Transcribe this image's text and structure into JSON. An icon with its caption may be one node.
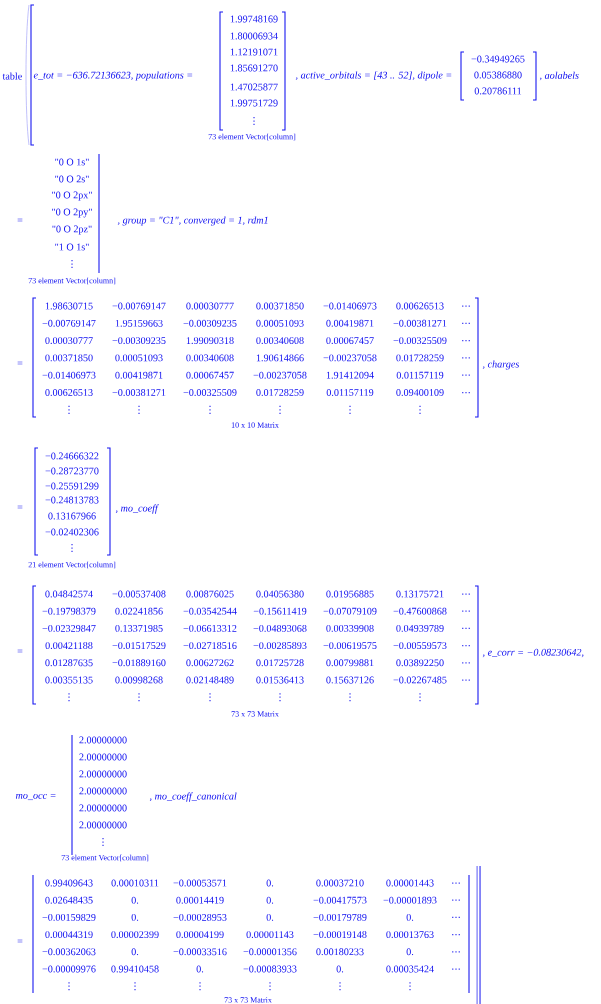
{
  "diagram": {
    "labels": [
      "table",
      "e_tot = −636.72136623, populations =",
      "1.99748169",
      "1.80006934",
      "1.12191071",
      "1.85691270",
      "1.47025877",
      "1.99751729",
      "⋮",
      "73 element Vector[column]",
      ", active_orbitals = [43 .. 52], dipole =",
      "−0.34949265",
      "0.05386880",
      "0.20786111",
      ", aolabels",
      "=",
      "\"0 O 1s\"",
      "\"0 O 2s\"",
      "\"0 O 2px\"",
      "\"0 O 2py\"",
      "\"0 O 2pz\"",
      "\"1 O 1s\"",
      "⋮",
      "73 element Vector[column]",
      ", group = \"C1\", converged = 1, rdm1",
      "=",
      "1.98630715",
      "−0.00769147",
      "0.00030777",
      "0.00371850",
      "−0.01406973",
      "0.00626513",
      "...",
      "−0.00769147",
      "1.95159663",
      "−0.00309235",
      "0.00051093",
      "0.00419871",
      "−0.00381271",
      "...",
      "0.00030777",
      "−0.00309235",
      "1.99090318",
      "0.00340608",
      "0.00067457",
      "−0.00325509",
      "...",
      "0.00371850",
      "0.00051093",
      "0.00340608",
      "1.90614866",
      "−0.00237058",
      "0.01728259",
      "...",
      "−0.01406973",
      "0.00419871",
      "0.00067457",
      "−0.00237058",
      "1.91412094",
      "0.01157119",
      "...",
      "0.00626513",
      "−0.00381271",
      "−0.00325509",
      "0.01728259",
      "0.01157119",
      "0.09400109",
      "...",
      "⋮",
      "⋮",
      "⋮",
      "⋮",
      "⋮",
      "⋮",
      "10 x 10 Matrix",
      ", charges",
      "=",
      "−0.24666322",
      "−0.28723770",
      "−0.25591299",
      "−0.24813783",
      "0.13167966",
      "−0.02402306",
      "⋮",
      "21 element Vector[column]",
      ", mo_coeff",
      "=",
      "0.04842574",
      "−0.00537408",
      "0.00876025",
      "0.04056380",
      "0.01956885",
      "0.13175721",
      "...",
      "−0.19798379",
      "0.02241856",
      "−0.03542544",
      "−0.15611419",
      "−0.07079109",
      "−0.47600868",
      "...",
      "−0.02329847",
      "0.13371985",
      "−0.06613312",
      "−0.04893068",
      "0.00339908",
      "0.04939789",
      "...",
      "0.00421188",
      "−0.01517529",
      "−0.02718516",
      "−0.00285893",
      "−0.00619575",
      "−0.00559573",
      "...",
      "0.01287635",
      "−0.01889160",
      "0.00627262",
      "0.01725728",
      "0.00799881",
      "0.03892250",
      "...",
      "0.00355135",
      "0.00998268",
      "0.02148489",
      "0.01536413",
      "0.15637126",
      "−0.02267485",
      "...",
      "⋮",
      "⋮",
      "⋮",
      "⋮",
      "⋮",
      "⋮",
      "73 x 73 Matrix",
      ", e_corr = −0.08230642,",
      "mo_occ =",
      "2.00000000",
      "2.00000000",
      "2.00000000",
      "2.00000000",
      "2.00000000",
      "2.00000000",
      "⋮",
      "73 element Vector[column]",
      ", mo_coeff_canonical",
      "=",
      "0.99409643",
      "0.00010311",
      "−0.00053571",
      "0.",
      "0.00037210",
      "0.00001443",
      "...",
      "0.02648435",
      "0.",
      "0.00014419",
      "0.",
      "−0.00417573",
      "−0.00001893",
      "...",
      "−0.00159829",
      "0.",
      "−0.00028953",
      "0.",
      "−0.00179789",
      "0.",
      "...",
      "0.00044319",
      "0.00002399",
      "0.00004199",
      "0.00001143",
      "−0.00019148",
      "0.00013763",
      "...",
      "−0.00362063",
      "0.",
      "−0.00033516",
      "−0.00001356",
      "0.00180233",
      "0.",
      "...",
      "−0.00009976",
      "0.99410458",
      "0.",
      "−0.00083933",
      "0.",
      "0.00035424",
      "...",
      "⋮",
      "⋮",
      "⋮",
      "⋮",
      "⋮",
      "⋮",
      "73 x 73 Matrix"
    ]
  }
}
